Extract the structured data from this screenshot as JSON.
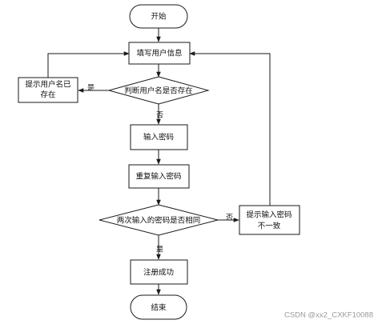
{
  "nodes": {
    "start": "开始",
    "fill_info": "填写用户信息",
    "check_username": "判断用户名是否存在",
    "username_exists_l1": "提示用户名已",
    "username_exists_l2": "存在",
    "enter_password": "输入密码",
    "repeat_password": "重复输入密码",
    "compare_passwords": "两次输入的密码是否相同",
    "mismatch_l1": "提示输入密码",
    "mismatch_l2": "不一致",
    "register_success": "注册成功",
    "end": "结束"
  },
  "edge_labels": {
    "username_yes": "是",
    "username_no": "否",
    "passwords_no": "否",
    "passwords_yes": "是"
  },
  "watermark": "CSDN @xx2_CXKF10088"
}
